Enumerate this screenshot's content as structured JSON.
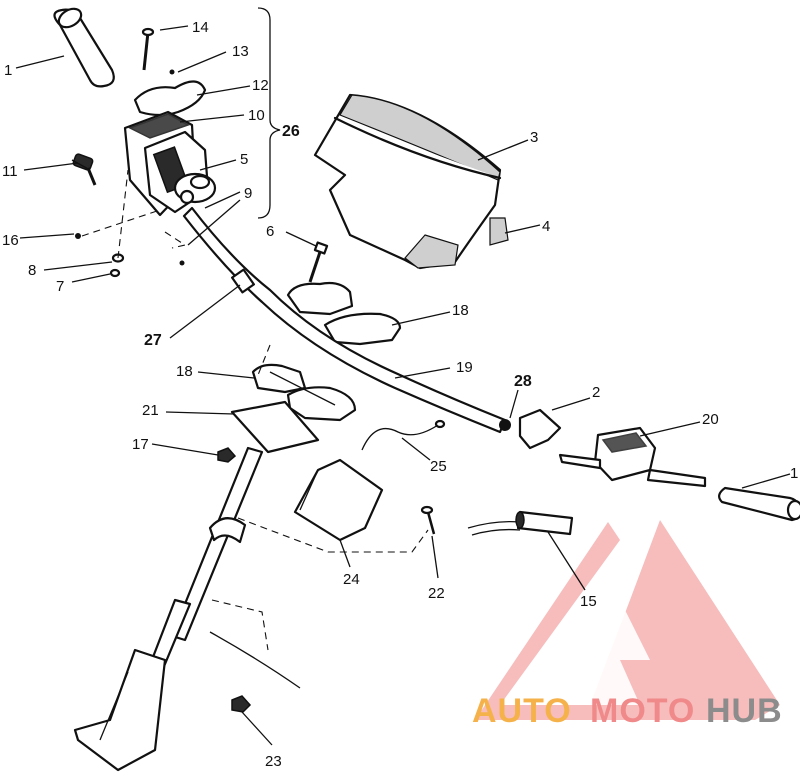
{
  "labels": {
    "l1a": "1",
    "l1b": "1",
    "l2": "2",
    "l3": "3",
    "l4": "4",
    "l5": "5",
    "l6": "6",
    "l7": "7",
    "l8": "8",
    "l9": "9",
    "l10": "10",
    "l11": "11",
    "l12": "12",
    "l13": "13",
    "l14": "14",
    "l15": "15",
    "l16": "16",
    "l17": "17",
    "l18a": "18",
    "l18b": "18",
    "l19": "19",
    "l20": "20",
    "l21": "21",
    "l22": "22",
    "l23": "23",
    "l24": "24",
    "l25": "25",
    "l26": "26",
    "l27": "27",
    "l28": "28"
  },
  "watermark": {
    "auto": "AUTO",
    "moto": "MOTO",
    "hub": "HUB",
    "colors": {
      "auto": "#f5b24a",
      "moto": "#f08a8a",
      "hub": "#8c8c8c",
      "triangle": "#f4a6a6"
    }
  }
}
